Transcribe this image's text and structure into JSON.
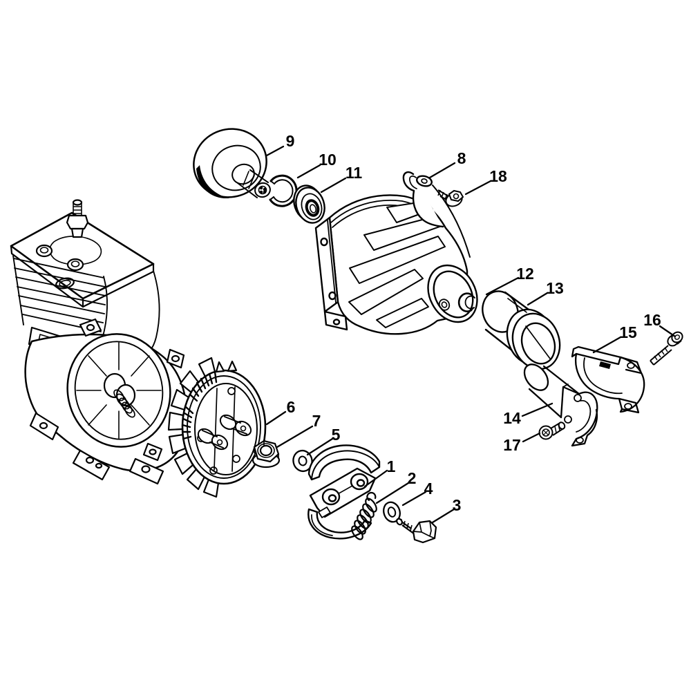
{
  "figure": {
    "style": "black-and-white exploded parts line drawing",
    "background_color": "#ffffff",
    "line_color": "#000000"
  },
  "callouts": [
    {
      "number": "1"
    },
    {
      "number": "2"
    },
    {
      "number": "3"
    },
    {
      "number": "4"
    },
    {
      "number": "5"
    },
    {
      "number": "6"
    },
    {
      "number": "7"
    },
    {
      "number": "8"
    },
    {
      "number": "9"
    },
    {
      "number": "10"
    },
    {
      "number": "11"
    },
    {
      "number": "12"
    },
    {
      "number": "13"
    },
    {
      "number": "14"
    },
    {
      "number": "15"
    },
    {
      "number": "16"
    },
    {
      "number": "17"
    },
    {
      "number": "18"
    }
  ]
}
